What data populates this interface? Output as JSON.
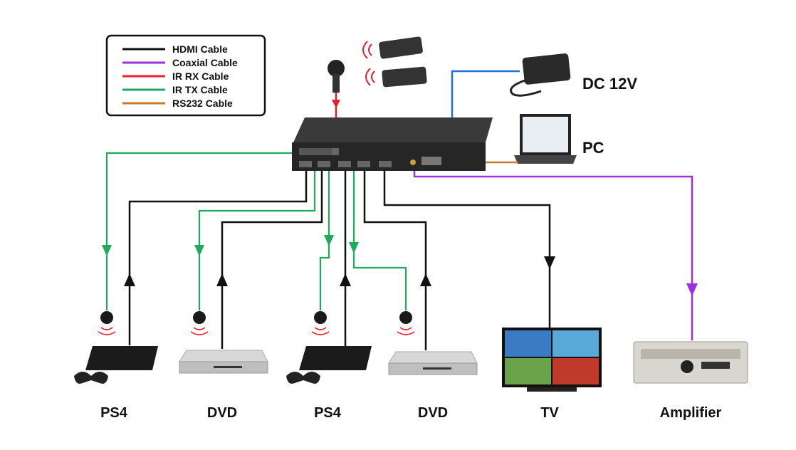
{
  "legend": {
    "items": [
      {
        "label": "HDMI Cable",
        "color": "#111111"
      },
      {
        "label": "Coaxial Cable",
        "color": "#9b30e0"
      },
      {
        "label": "IR RX Cable",
        "color": "#e8202a"
      },
      {
        "label": "IR TX Cable",
        "color": "#1faa5a"
      },
      {
        "label": "RS232 Cable",
        "color": "#c87a2a"
      }
    ]
  },
  "colors": {
    "power": "#1e6fd8"
  },
  "labels": {
    "dc": "DC 12V",
    "pc": "PC",
    "ps4_1": "PS4",
    "dvd_1": "DVD",
    "ps4_2": "PS4",
    "dvd_2": "DVD",
    "tv": "TV",
    "amp": "Amplifier"
  }
}
